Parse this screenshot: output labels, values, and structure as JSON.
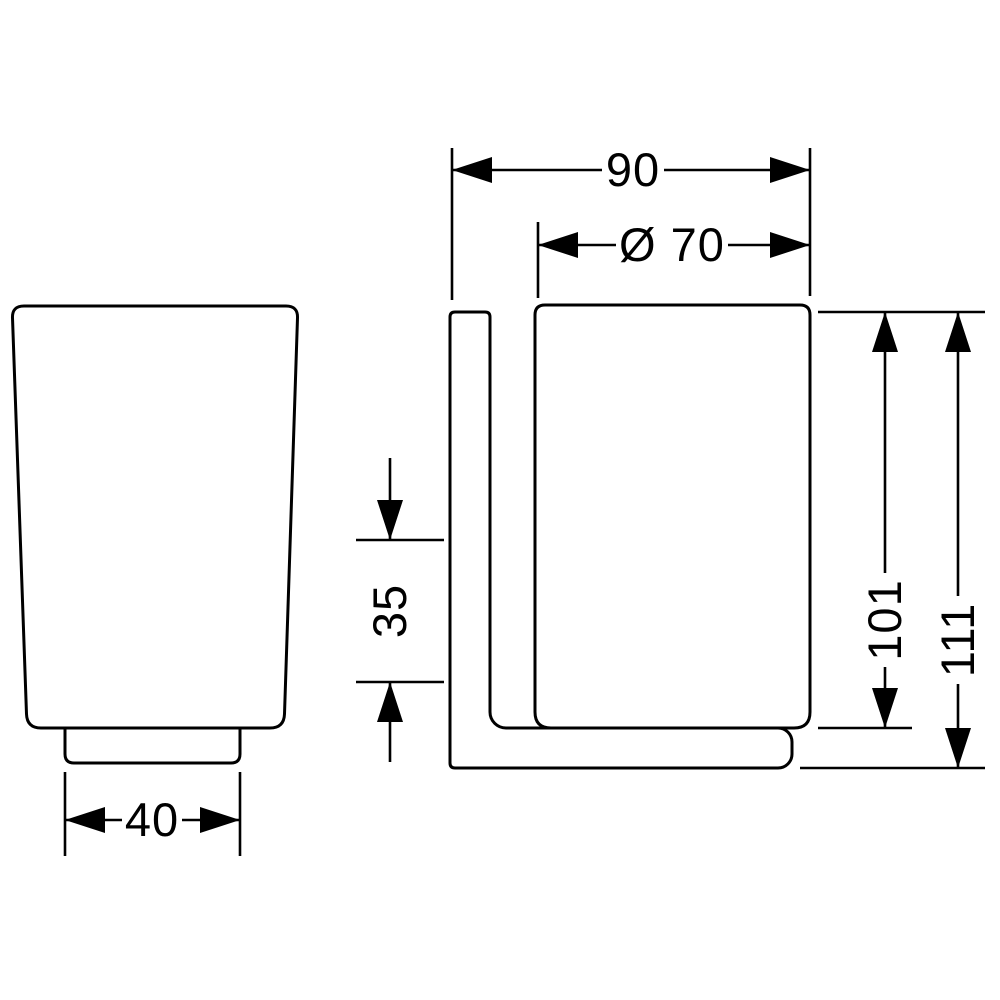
{
  "drawing": {
    "title": "tumbler-with-wall-holder-technical-drawing",
    "dimensions": {
      "overall_width": "90",
      "diameter": "Ø 70",
      "cup_height": "101",
      "overall_height": "111",
      "bracket_offset": "35",
      "base_width": "40"
    },
    "colors": {
      "line": "#000000",
      "background": "#ffffff"
    }
  }
}
